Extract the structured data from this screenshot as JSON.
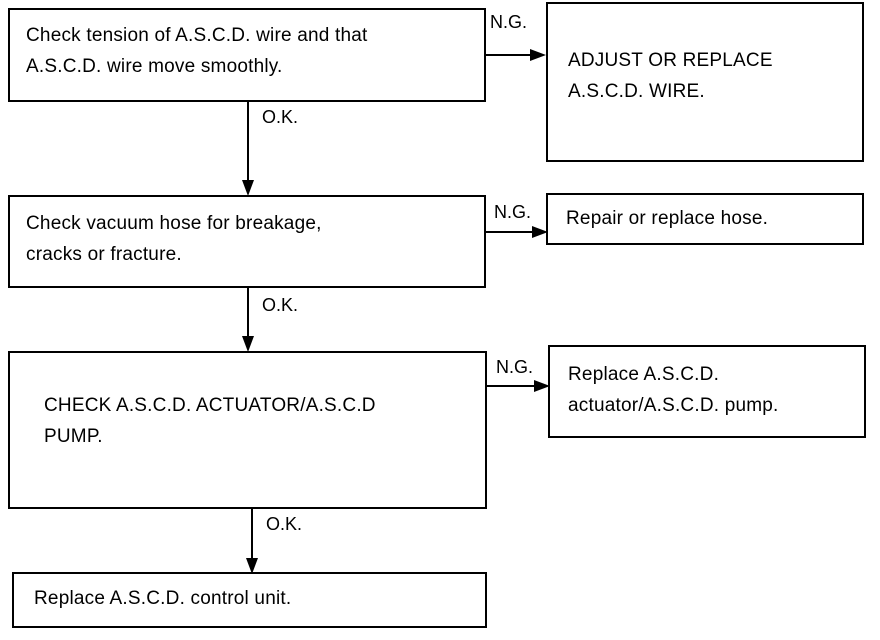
{
  "steps": [
    {
      "check": [
        "Check tension of A.S.C.D. wire and that",
        "A.S.C.D. wire move smoothly."
      ],
      "ng_label": "N.G.",
      "remedy": [
        "ADJUST OR REPLACE",
        "A.S.C.D. WIRE."
      ],
      "ok_label": "O.K."
    },
    {
      "check": [
        "Check vacuum hose for breakage,",
        "cracks or fracture."
      ],
      "ng_label": "N.G.",
      "remedy": [
        "Repair or replace hose."
      ],
      "ok_label": "O.K."
    },
    {
      "check": [
        "CHECK A.S.C.D. ACTUATOR/A.S.C.D",
        "PUMP."
      ],
      "ng_label": "N.G.",
      "remedy": [
        "Replace A.S.C.D.",
        "actuator/A.S.C.D. pump."
      ],
      "ok_label": "O.K."
    }
  ],
  "final": [
    "Replace A.S.C.D. control unit."
  ],
  "colors": {
    "line": "#000000",
    "background": "#ffffff"
  }
}
